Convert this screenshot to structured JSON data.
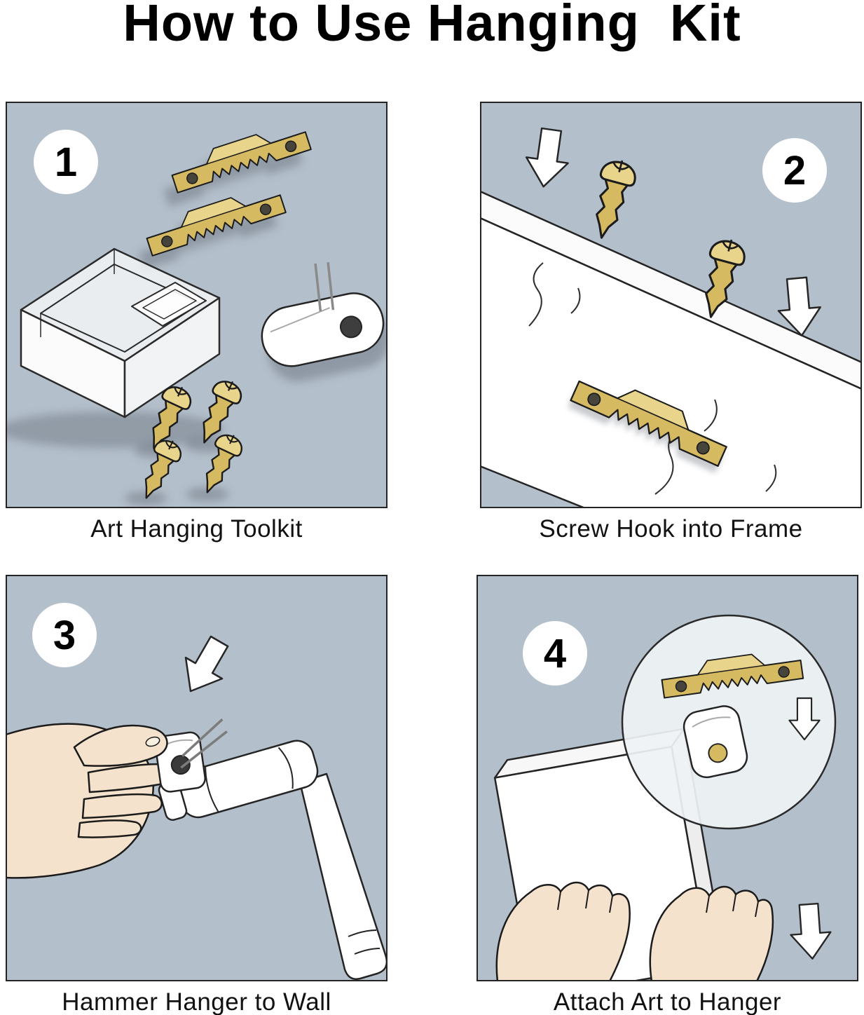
{
  "title": "How to Use Hanging  Kit",
  "panels": [
    {
      "number": "1",
      "caption": "Art Hanging Toolkit"
    },
    {
      "number": "2",
      "caption": "Screw Hook into Frame"
    },
    {
      "number": "3",
      "caption": "Hammer Hanger to Wall"
    },
    {
      "number": "4",
      "caption": "Attach Art to Hanger"
    }
  ],
  "colors": {
    "panel_background": "#b3bfca",
    "brass": "#d6ba62",
    "brass_highlight": "#e9d48b",
    "skin": "#f4e2cc",
    "outline": "#242424",
    "white": "#ffffff"
  }
}
